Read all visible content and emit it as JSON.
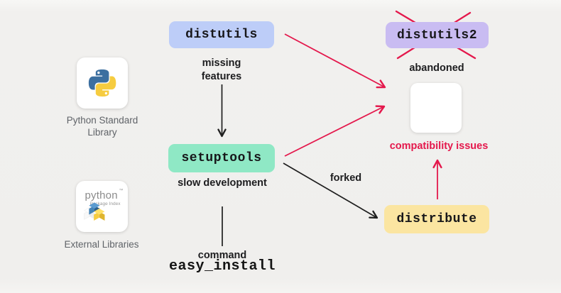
{
  "colors": {
    "background": "#f0efed",
    "arrow_red": "#e4184c",
    "arrow_black": "#1f1f1f",
    "node_distutils_bg": "#bdcdf8",
    "node_distutils2_bg": "#c9bcf2",
    "node_setuptools_bg": "#8fe8c5",
    "node_distribute_bg": "#fbe5a1",
    "python_logo_blue": "#3c6fa0",
    "python_logo_yellow": "#f6cc40"
  },
  "nodes": {
    "distutils": {
      "label": "distutils"
    },
    "distutils2": {
      "label": "distutils2",
      "status": "crossed-out"
    },
    "setuptools": {
      "label": "setuptools"
    },
    "distribute": {
      "label": "distribute"
    },
    "easy_install": {
      "caption": "command",
      "label": "easy_install"
    }
  },
  "annotations": {
    "missing_features": "missing features",
    "slow_development": "slow development",
    "forked": "forked",
    "abandoned": "abandoned",
    "compatibility_issues": "compatibility issues"
  },
  "sidebar": {
    "python_standard_library": {
      "caption": "Python Standard Library",
      "icon": "python-logo"
    },
    "external_libraries": {
      "caption": "External Libraries",
      "icon": "pypi-logo",
      "logo_text": "python",
      "logo_tm": "™",
      "logo_subtext": "Package Index"
    }
  },
  "edges": [
    {
      "from": "distutils",
      "to": "setuptools",
      "label": "missing features",
      "color": "black",
      "style": "arrow"
    },
    {
      "from": "setuptools",
      "to": "easy_install",
      "label": "command",
      "color": "black",
      "style": "line"
    },
    {
      "from": "setuptools",
      "to": "distribute",
      "label": "forked",
      "color": "black",
      "style": "arrow"
    },
    {
      "from": "distutils",
      "to": "compatibility_issues",
      "color": "red",
      "style": "arrow"
    },
    {
      "from": "setuptools",
      "to": "compatibility_issues",
      "color": "red",
      "style": "arrow"
    },
    {
      "from": "distribute",
      "to": "compatibility_issues",
      "color": "red",
      "style": "arrow"
    },
    {
      "target": "distutils2",
      "type": "cross-out",
      "color": "red"
    }
  ]
}
